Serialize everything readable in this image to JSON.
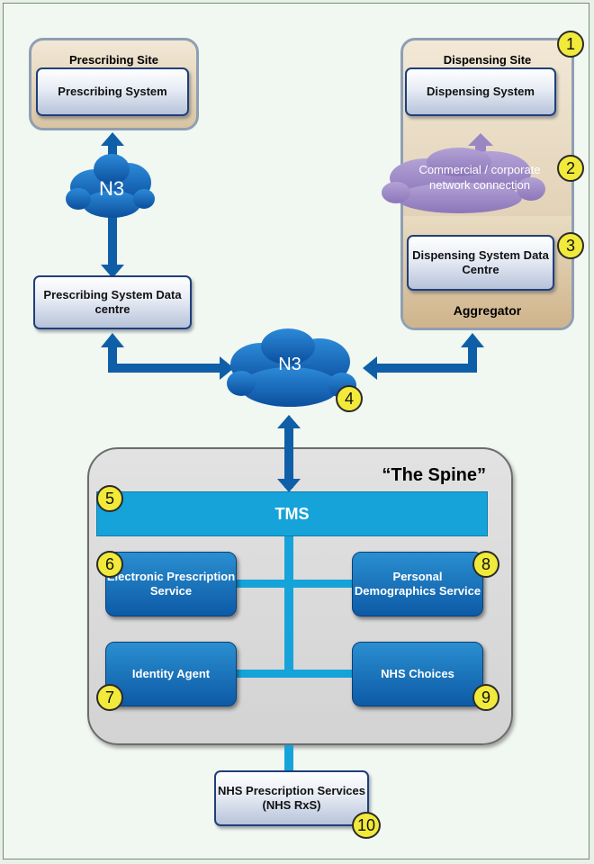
{
  "prescribing": {
    "site_title": "Prescribing Site",
    "system": "Prescribing System",
    "data_centre": "Prescribing System Data centre",
    "network": "N3"
  },
  "dispensing": {
    "site_title": "Dispensing Site",
    "system": "Dispensing System",
    "commercial_network": "Commercial / corporate network connection",
    "data_centre": "Dispensing System Data Centre",
    "aggregator": "Aggregator"
  },
  "central_network": "N3",
  "spine": {
    "title": "“The Spine”",
    "tms": "TMS",
    "services": {
      "eps": "Electronic Prescription Service",
      "pds": "Personal Demographics Service",
      "identity_agent": "Identity Agent",
      "nhs_choices": "NHS Choices"
    }
  },
  "rxs": "NHS Prescription Services (NHS RxS)",
  "badges": [
    "1",
    "2",
    "3",
    "4",
    "5",
    "6",
    "7",
    "8",
    "9",
    "10"
  ],
  "colors": {
    "arrow_blue": "#0f5fa8",
    "tms_blue": "#16a3d9",
    "badge_yellow": "#f1ea3a",
    "purple_cloud": "#9b86c4",
    "site_tan": "#d8c4a3"
  }
}
